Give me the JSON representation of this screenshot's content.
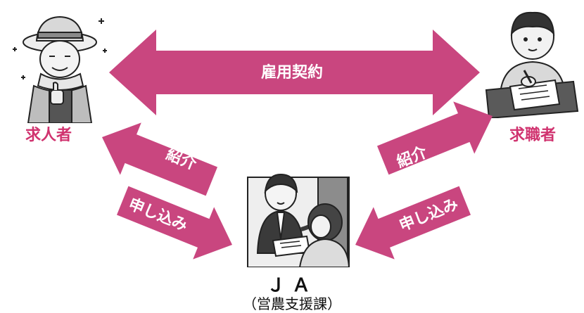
{
  "colors": {
    "arrow": "#c9467f",
    "accent_text": "#d0336f"
  },
  "employer": {
    "label": "求人者",
    "icon": "farmer-illustration"
  },
  "job_seeker": {
    "label": "求職者",
    "icon": "writing-person-illustration"
  },
  "ja": {
    "name": "ＪＡ",
    "department": "（営農支援課）",
    "icon": "consultation-illustration"
  },
  "arrows": {
    "contract": "雇用契約",
    "introduce_left": "紹介",
    "apply_left": "申し込み",
    "introduce_right": "紹介",
    "apply_right": "申し込み"
  }
}
